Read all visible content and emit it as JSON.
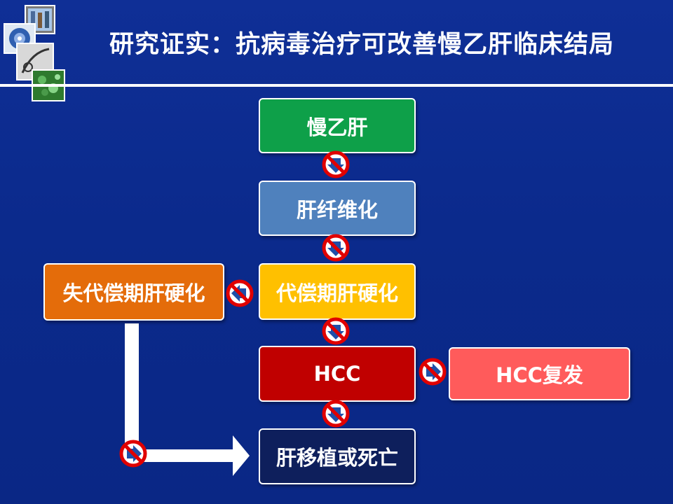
{
  "slide": {
    "title": "研究证实：抗病毒治疗可改善慢乙肝临床结局"
  },
  "nodes": {
    "chb": "慢乙肝",
    "fibrosis": "肝纤维化",
    "compensated_cirrhosis": "代偿期肝硬化",
    "decompensated_cirrhosis": "失代偿期肝硬化",
    "hcc": "HCC",
    "hcc_recurrence": "HCC复发",
    "transplant_or_death": "肝移植或死亡"
  },
  "colors": {
    "background": "#0b2a8c",
    "chb": "#0ea049",
    "fibrosis": "#4f81bd",
    "compensated_cirrhosis": "#ffc000",
    "decompensated_cirrhosis": "#e46c0a",
    "hcc": "#c00000",
    "hcc_recurrence": "#ff5b5b",
    "transplant_or_death": "#0e1f5c",
    "prohibit_red": "#e00000"
  },
  "icons": {
    "logo": "medical-image-collage-icon",
    "blocked_progression": "prohibited-arrow-icon"
  }
}
